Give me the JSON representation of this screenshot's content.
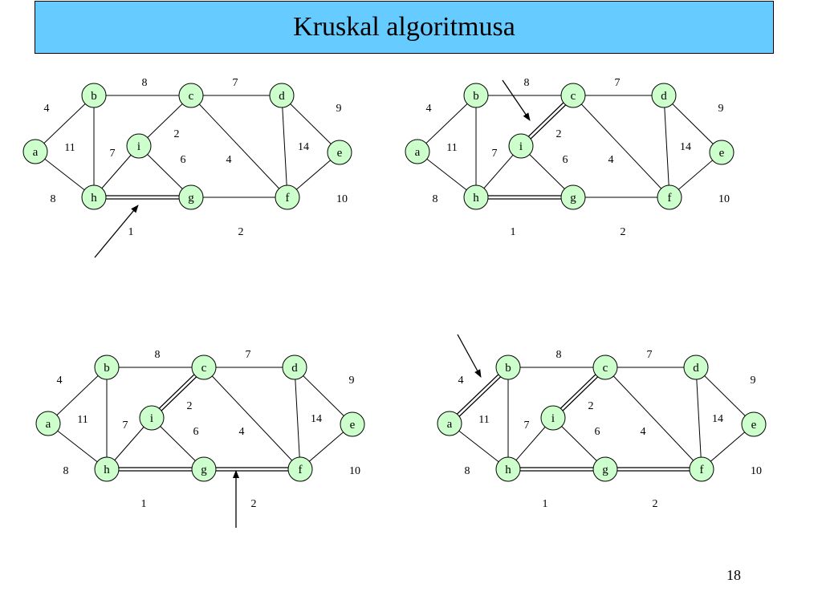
{
  "slide": {
    "title": "Kruskal algoritmusa",
    "page_number": "18"
  },
  "colors": {
    "title_background": "#66ccff",
    "node_fill": "#ccffcc",
    "stroke": "#000000",
    "background": "#ffffff"
  },
  "graph": {
    "nodes": [
      "a",
      "b",
      "c",
      "d",
      "e",
      "f",
      "g",
      "h",
      "i"
    ],
    "edges": [
      {
        "id": "ab",
        "from": "a",
        "to": "b",
        "weight": "4"
      },
      {
        "id": "ah",
        "from": "a",
        "to": "h",
        "weight": "8"
      },
      {
        "id": "bh",
        "from": "b",
        "to": "h",
        "weight": "11"
      },
      {
        "id": "bc",
        "from": "b",
        "to": "c",
        "weight": "8"
      },
      {
        "id": "cd",
        "from": "c",
        "to": "d",
        "weight": "7"
      },
      {
        "id": "ci",
        "from": "c",
        "to": "i",
        "weight": "2"
      },
      {
        "id": "cf",
        "from": "c",
        "to": "f",
        "weight": "4"
      },
      {
        "id": "de",
        "from": "d",
        "to": "e",
        "weight": "9"
      },
      {
        "id": "df",
        "from": "d",
        "to": "f",
        "weight": "14"
      },
      {
        "id": "ef",
        "from": "e",
        "to": "f",
        "weight": "10"
      },
      {
        "id": "fg",
        "from": "f",
        "to": "g",
        "weight": "2"
      },
      {
        "id": "gh",
        "from": "g",
        "to": "h",
        "weight": "1"
      },
      {
        "id": "gi",
        "from": "g",
        "to": "i",
        "weight": "6"
      },
      {
        "id": "hi",
        "from": "h",
        "to": "i",
        "weight": "7"
      }
    ]
  },
  "steps": [
    {
      "selected_edges": [
        "gh"
      ],
      "new_edge": "gh"
    },
    {
      "selected_edges": [
        "gh",
        "ci"
      ],
      "new_edge": "ci"
    },
    {
      "selected_edges": [
        "gh",
        "ci",
        "fg"
      ],
      "new_edge": "fg"
    },
    {
      "selected_edges": [
        "gh",
        "ci",
        "fg",
        "ab"
      ],
      "new_edge": "ab"
    }
  ]
}
